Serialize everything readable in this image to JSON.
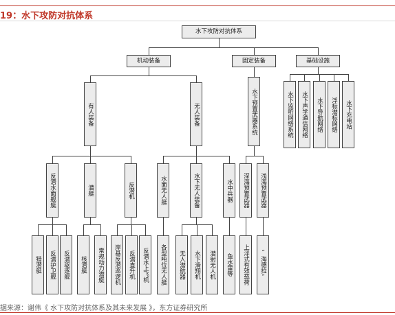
{
  "header": {
    "title": "19：水下攻防对抗体系"
  },
  "footer": {
    "source": "据来源：谢伟《 水下攻防对抗体系及其未来发展 》，东方证券研究所"
  },
  "diagram": {
    "root": "水下攻防对抗体系",
    "l1": [
      "机动装备",
      "固定装备",
      "基础设施"
    ],
    "mobile": [
      "有人装备",
      "无人装备"
    ],
    "manned": [
      "反潜水面舰艇",
      "潜艇",
      "反潜机"
    ],
    "surface": [
      "猎潜艇",
      "反潜护卫舰",
      "反潜驱逐舰"
    ],
    "sub": [
      "核潜艇",
      "常规动力潜艇"
    ],
    "asw_air": [
      "岸基反潜巡逻机",
      "反潜直升机",
      "反潜水上飞机"
    ],
    "unmanned": [
      "水面无人艇",
      "水下无人装备",
      "水中兵器"
    ],
    "usv": [
      "各型吨位无人艇"
    ],
    "uuv": [
      "无人潜航器",
      "水下滑翔机",
      "潜射无人机"
    ],
    "weapons": [
      "鱼水雷等"
    ],
    "fixed": [
      "水下预置武器系统"
    ],
    "preset": [
      "深海预置武器",
      "浅海预置武器"
    ],
    "deep": [
      "上浮式有效载荷"
    ],
    "shallow": [
      "“海德拉”"
    ],
    "infra": [
      "水下监听网络系统",
      "水下声学通信网络",
      "水下导航网络",
      "浮标潜标网络",
      "水下充电站"
    ]
  }
}
